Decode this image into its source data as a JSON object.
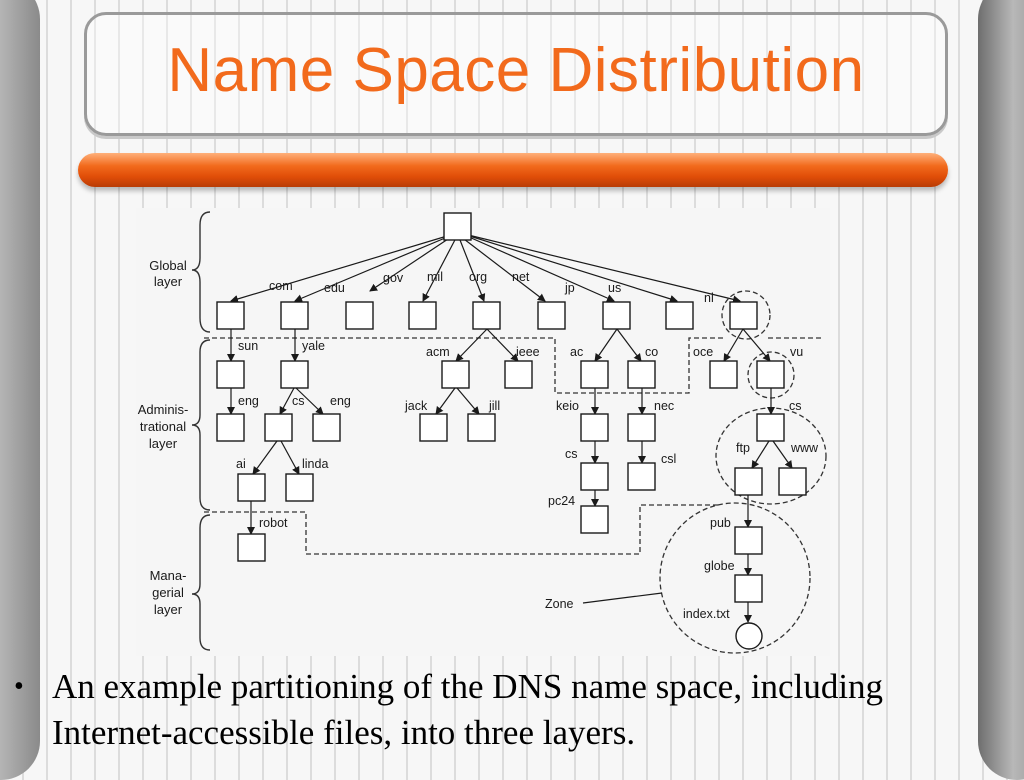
{
  "slide": {
    "title": "Name Space Distribution",
    "caption": "An example partitioning of the DNS name space, including Internet-accessible files, into three layers.",
    "bullet": "•",
    "colors": {
      "title": "#f26a1c",
      "bar": "#f26a1c"
    }
  },
  "diagram": {
    "layers": {
      "global": [
        "Global",
        "layer"
      ],
      "administrational": [
        "Adminis-",
        "trational",
        "layer"
      ],
      "managerial": [
        "Mana-",
        "gerial",
        "layer"
      ]
    },
    "labels": {
      "com": "com",
      "edu": "edu",
      "gov": "gov",
      "mil": "mil",
      "org": "org",
      "net": "net",
      "jp": "jp",
      "us": "us",
      "nl": "nl",
      "sun": "sun",
      "yale": "yale",
      "acm": "acm",
      "ieee": "ieee",
      "ac": "ac",
      "co": "co",
      "oce": "oce",
      "vu": "vu",
      "eng1": "eng",
      "cs1": "cs",
      "eng2": "eng",
      "jack": "jack",
      "jill": "jill",
      "keio": "keio",
      "nec": "nec",
      "cs2": "cs",
      "ai": "ai",
      "linda": "linda",
      "cs3": "cs",
      "csl": "csl",
      "ftp": "ftp",
      "www": "www",
      "pc24": "pc24",
      "robot": "robot",
      "pub": "pub",
      "globe": "globe",
      "index": "index.txt",
      "zone": "Zone"
    }
  }
}
